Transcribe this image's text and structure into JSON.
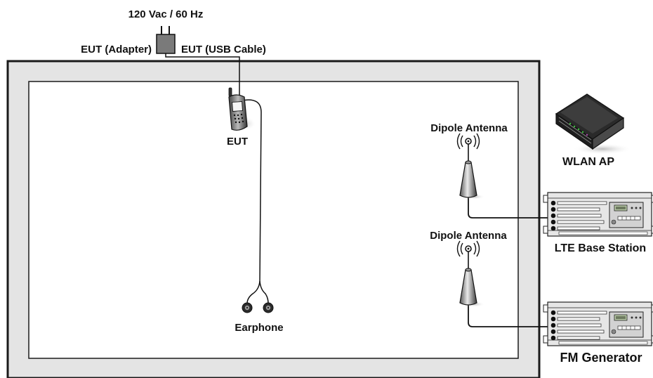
{
  "labels": {
    "power_source": "120 Vac / 60 Hz",
    "eut_adapter": "EUT (Adapter)",
    "eut_usb_cable": "EUT (USB Cable)",
    "eut": "EUT",
    "earphone": "Earphone",
    "dipole_antenna_top": "Dipole Antenna",
    "dipole_antenna_bottom": "Dipole Antenna",
    "wlan_ap": "WLAN AP",
    "lte_base_station": "LTE Base Station",
    "fm_generator": "FM Generator"
  },
  "colors": {
    "outer_frame_fill": "#e4e4e4",
    "frame_border": "#1a1a1a",
    "inner_area": "#ffffff",
    "adapter": "#7a7a7a",
    "instrument_panel": "#e6e6e6"
  }
}
